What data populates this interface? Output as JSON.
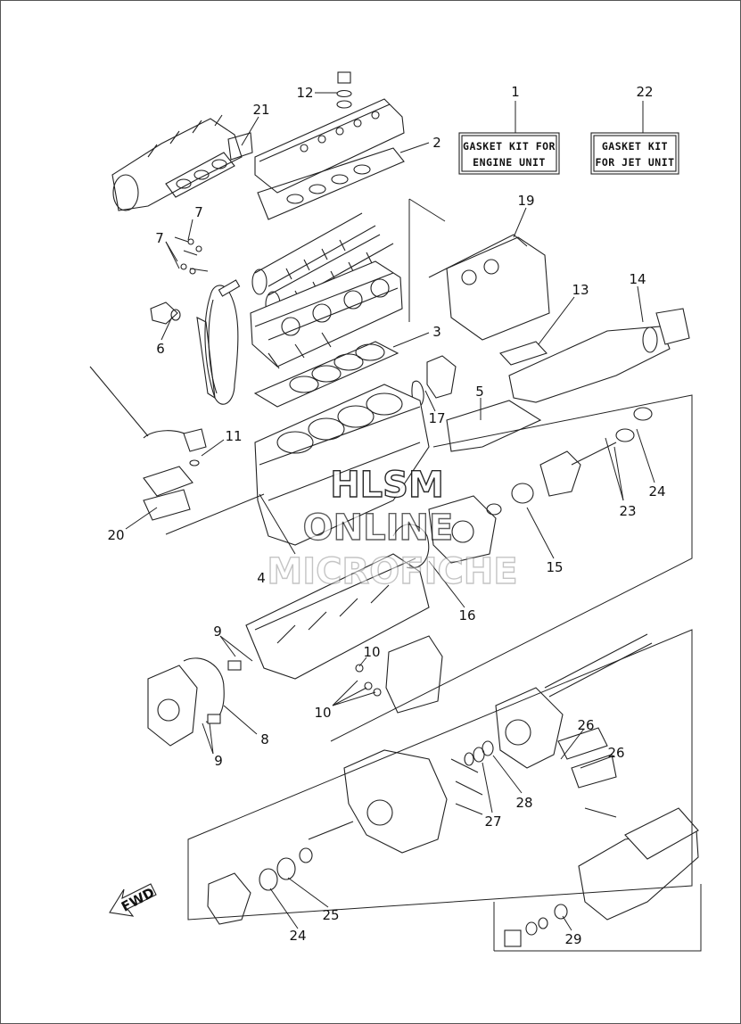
{
  "diagram": {
    "callouts": {
      "c1": "1",
      "c2": "2",
      "c3": "3",
      "c4": "4",
      "c5": "5",
      "c6": "6",
      "c7a": "7",
      "c7b": "7",
      "c8": "8",
      "c9a": "9",
      "c9b": "9",
      "c10a": "10",
      "c10b": "10",
      "c11": "11",
      "c12": "12",
      "c13": "13",
      "c14": "14",
      "c15": "15",
      "c16": "16",
      "c17": "17",
      "c19": "19",
      "c20": "20",
      "c21": "21",
      "c22": "22",
      "c23": "23",
      "c24a": "24",
      "c24b": "24",
      "c25": "25",
      "c26a": "26",
      "c26b": "26",
      "c27": "27",
      "c28": "28",
      "c29": "29"
    },
    "kits": {
      "engine": {
        "line1": "GASKET KIT FOR",
        "line2": "ENGINE UNIT"
      },
      "jet": {
        "line1": "GASKET KIT",
        "line2": "FOR JET UNIT"
      }
    },
    "fwd_label": "FWD"
  },
  "watermark": {
    "line1": "HLSM",
    "line2": "ONLINE",
    "line3": "MICROFICHE"
  }
}
